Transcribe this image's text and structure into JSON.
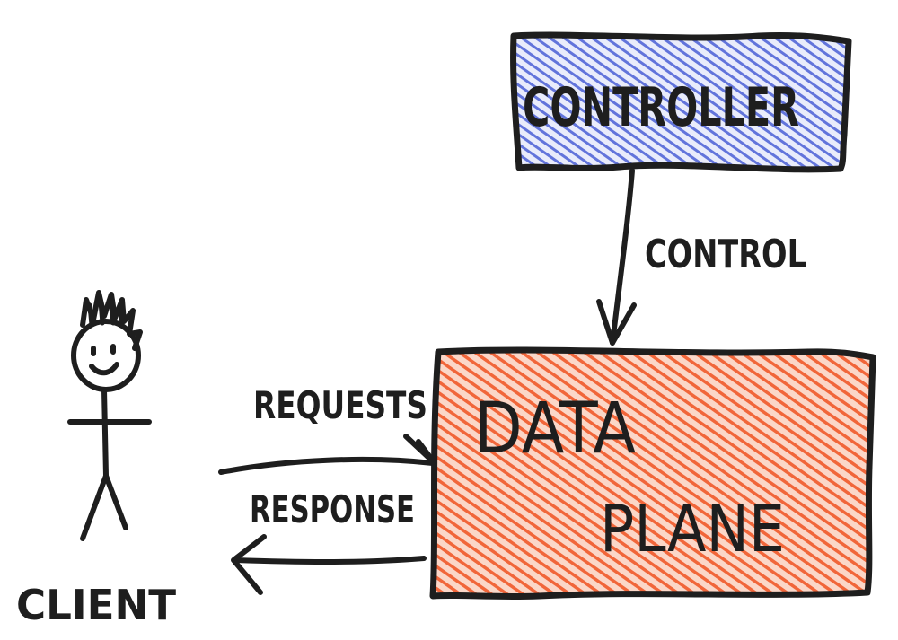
{
  "colors": {
    "controller_fill": "#4a5fd6",
    "data_plane_fill": "#f05a2a",
    "ink": "#1e1e1e",
    "background": "#ffffff"
  },
  "nodes": {
    "controller": {
      "label": "CONTROLLER"
    },
    "data_plane": {
      "label_line1": "DATA",
      "label_line2": "PLANE"
    },
    "client": {
      "label": "CLIENT",
      "icon": "stick-figure-icon"
    }
  },
  "edges": {
    "control": {
      "label": "CONTROL",
      "from": "controller",
      "to": "data_plane"
    },
    "requests": {
      "label": "REQUESTS",
      "from": "client",
      "to": "data_plane"
    },
    "response": {
      "label": "RESPONSE",
      "from": "data_plane",
      "to": "client"
    }
  }
}
